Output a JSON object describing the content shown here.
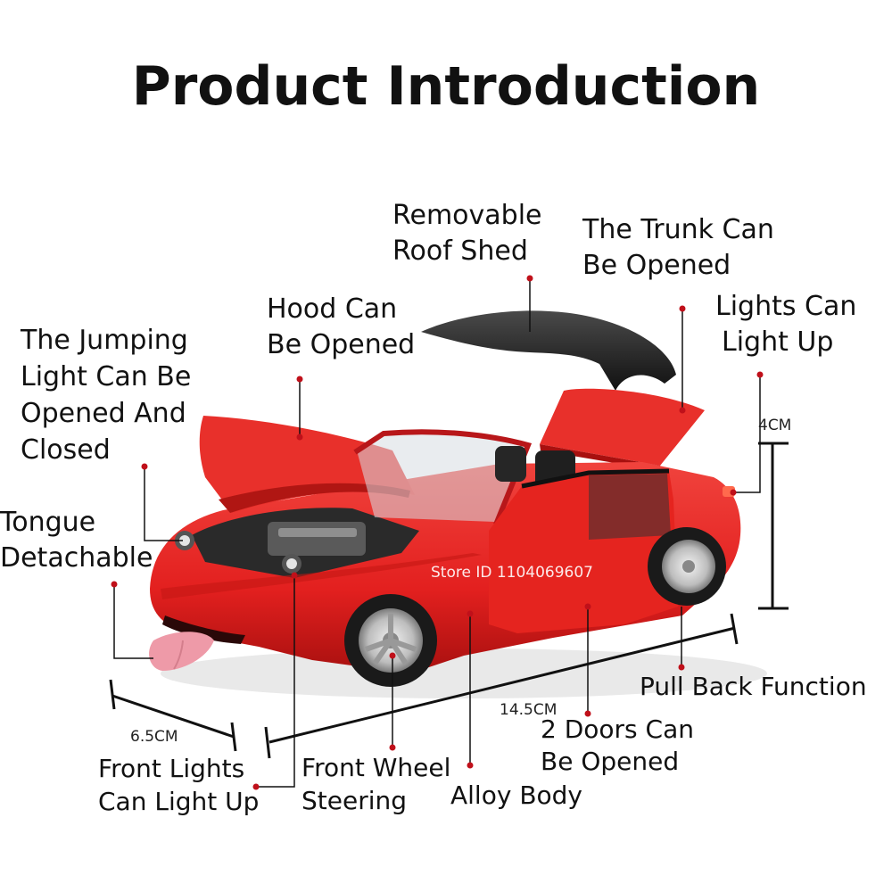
{
  "title": "Product Introduction",
  "labels": {
    "roof": [
      "Removable",
      "Roof Shed"
    ],
    "trunk": [
      "The Trunk Can",
      "Be Opened"
    ],
    "lights_rear": [
      "Lights Can",
      "Light Up"
    ],
    "hood": [
      "Hood Can",
      "Be Opened"
    ],
    "jump_light": [
      "The Jumping",
      "Light Can Be",
      "Opened And",
      "Closed"
    ],
    "tongue": [
      "Tongue",
      "Detachable"
    ],
    "pull_back": "Pull Back Function",
    "doors": [
      "2 Doors Can",
      "Be Opened"
    ],
    "front_lights": [
      "Front Lights",
      "Can Light Up"
    ],
    "steering": [
      "Front Wheel",
      "Steering"
    ],
    "alloy": "Alloy Body"
  },
  "dimensions": {
    "height": "4CM",
    "length": "14.5CM",
    "width": "6.5CM"
  },
  "watermark": "Store ID 1104069607",
  "colors": {
    "car_body": "#e3201f",
    "roof": "#1b1b1b",
    "marker": "#c0101a",
    "tongue": "#ee9aa8"
  }
}
